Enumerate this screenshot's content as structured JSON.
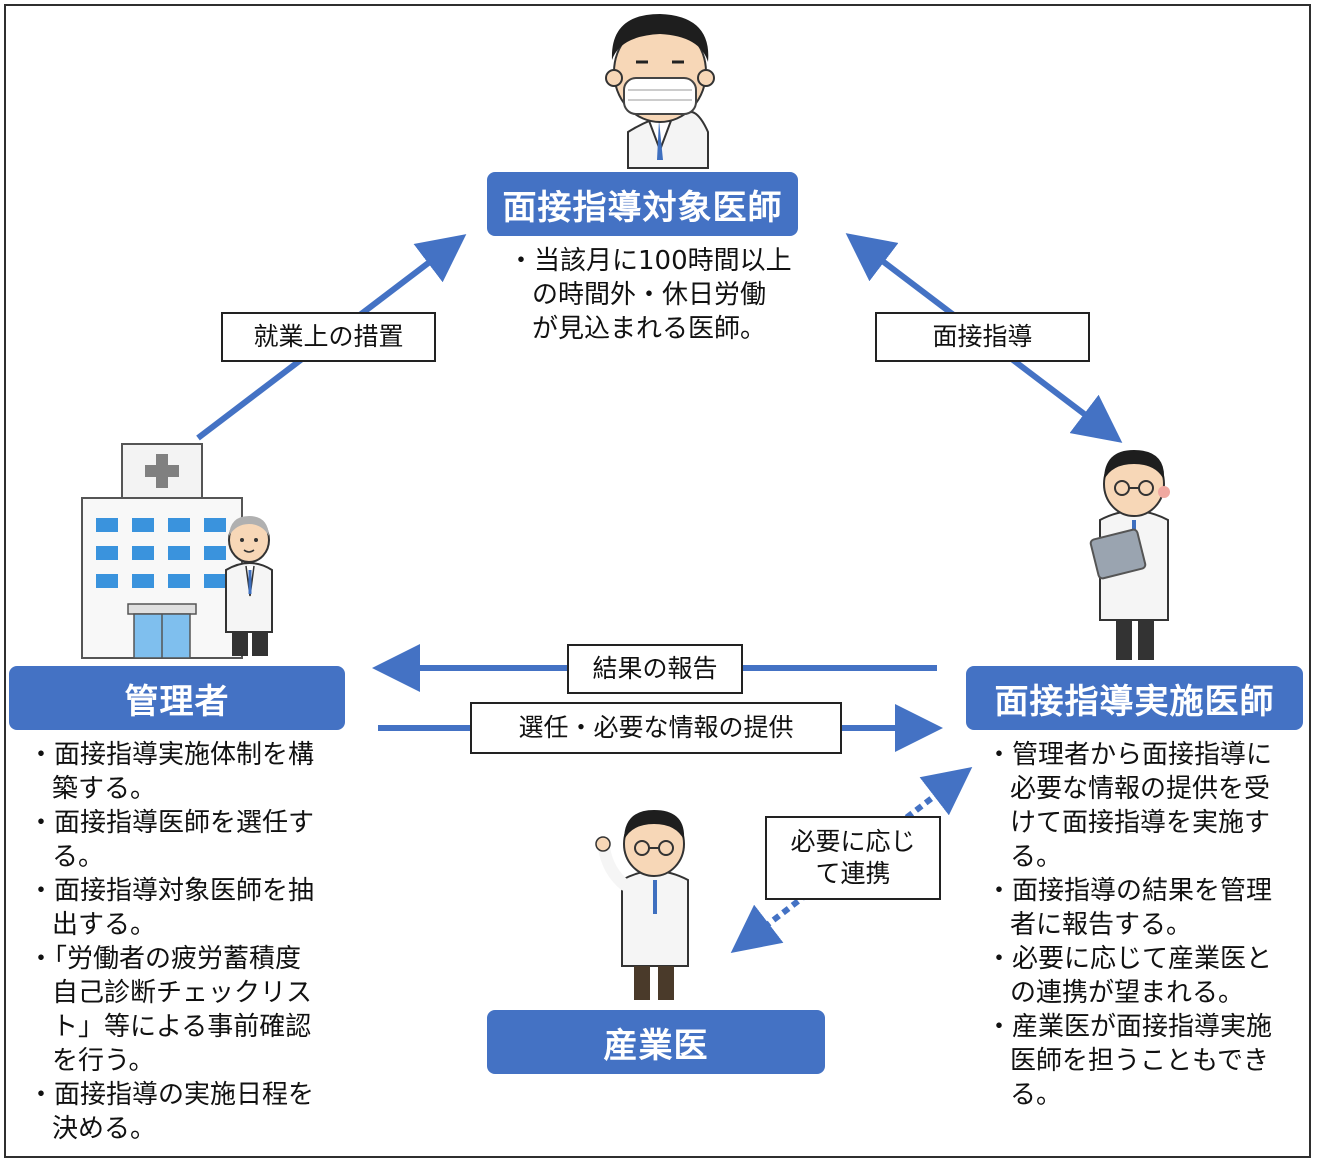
{
  "roles": {
    "target_doctor": "面接指導対象医師",
    "manager": "管理者",
    "interview_doctor": "面接指導実施医師",
    "industrial_doctor": "産業医"
  },
  "target_desc": {
    "lines": [
      "・当該月に100時間以上",
      "の時間外・休日労働",
      "が見込まれる医師。"
    ]
  },
  "manager_desc": {
    "items": [
      "・面接指導実施体制を構築する。",
      "・面接指導医師を選任する。",
      "・面接指導対象医師を抽出する。",
      "・「労働者の疲労蓄積度自己診断チェックリスト」等による事前確認を行う。",
      "・面接指導の実施日程を決める。"
    ]
  },
  "interview_desc": {
    "items": [
      "・管理者から面接指導に必要な情報の提供を受けて面接指導を実施する。",
      "・面接指導の結果を管理者に報告する。",
      "・必要に応じて産業医との連携が望まれる。",
      "・産業医が面接指導実施医師を担うこともできる。"
    ]
  },
  "arrows": {
    "work_measures": "就業上の措置",
    "interview_guidance": "面接指導",
    "report_results": "結果の報告",
    "selection_info": "選任・必要な情報の提供",
    "cooperation": "必要に応じて連携"
  },
  "colors": {
    "accent": "#4472c4",
    "label_text": "#ffffff"
  },
  "icons": [
    "tired-doctor-mask-icon",
    "hospital-building-icon",
    "senior-doctor-icon",
    "doctor-with-tablet-icon",
    "pointing-doctor-icon"
  ]
}
